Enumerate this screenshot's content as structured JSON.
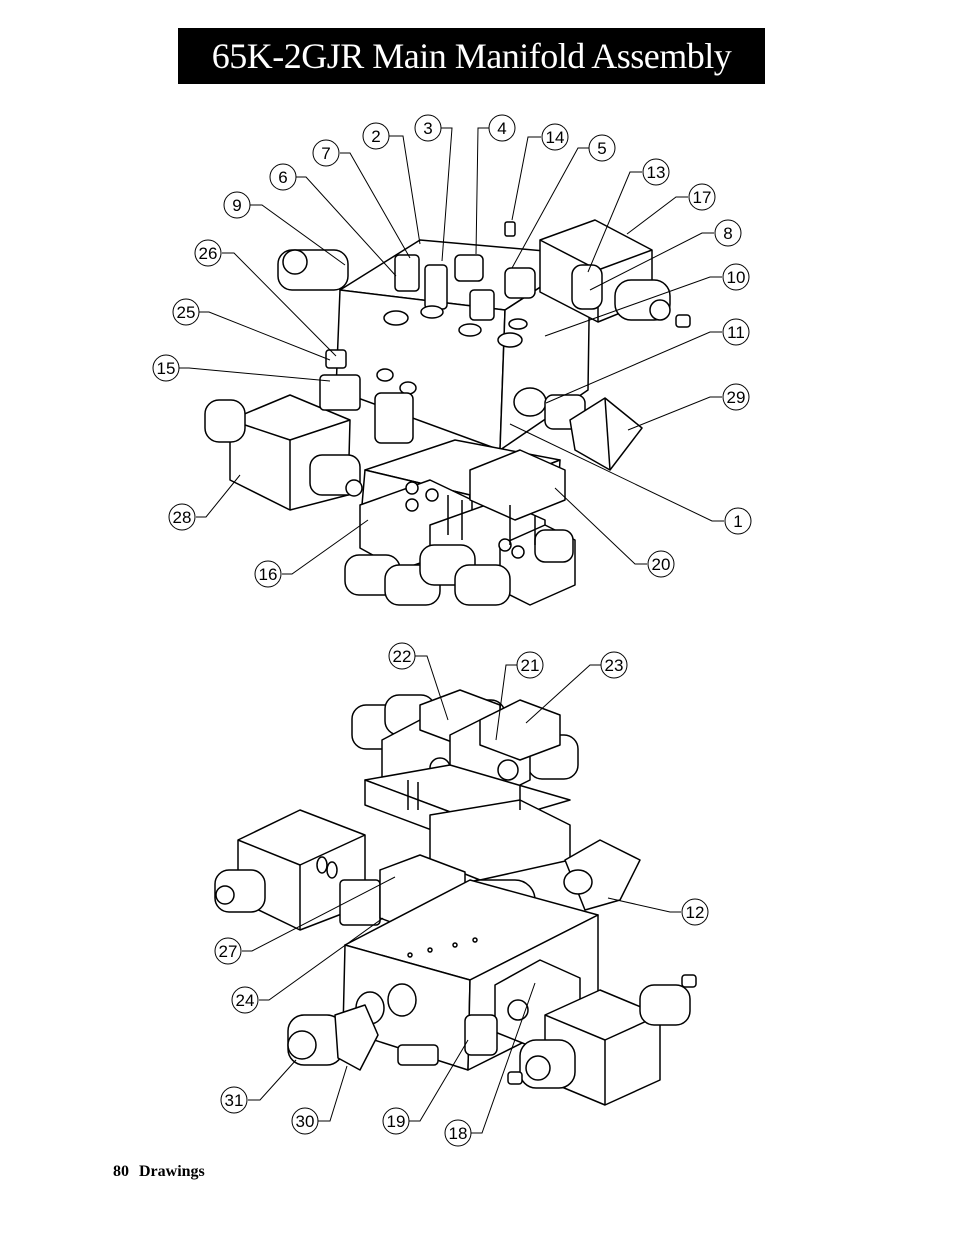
{
  "page": {
    "title": "65K-2GJR Main Manifold Assembly",
    "footer_page_number": "80",
    "footer_section": "Drawings"
  },
  "colors": {
    "title_background": "#000000",
    "title_text": "#ffffff",
    "line": "#000000"
  },
  "diagram": {
    "views": [
      "top-assembly-view",
      "bottom-assembly-view"
    ],
    "callouts": [
      {
        "label": "2"
      },
      {
        "label": "3"
      },
      {
        "label": "4"
      },
      {
        "label": "14"
      },
      {
        "label": "5"
      },
      {
        "label": "7"
      },
      {
        "label": "6"
      },
      {
        "label": "13"
      },
      {
        "label": "9"
      },
      {
        "label": "17"
      },
      {
        "label": "8"
      },
      {
        "label": "26"
      },
      {
        "label": "10"
      },
      {
        "label": "25"
      },
      {
        "label": "11"
      },
      {
        "label": "15"
      },
      {
        "label": "29"
      },
      {
        "label": "28"
      },
      {
        "label": "1"
      },
      {
        "label": "16"
      },
      {
        "label": "20"
      },
      {
        "label": "22"
      },
      {
        "label": "21"
      },
      {
        "label": "23"
      },
      {
        "label": "12"
      },
      {
        "label": "27"
      },
      {
        "label": "24"
      },
      {
        "label": "31"
      },
      {
        "label": "30"
      },
      {
        "label": "19"
      },
      {
        "label": "18"
      }
    ]
  }
}
